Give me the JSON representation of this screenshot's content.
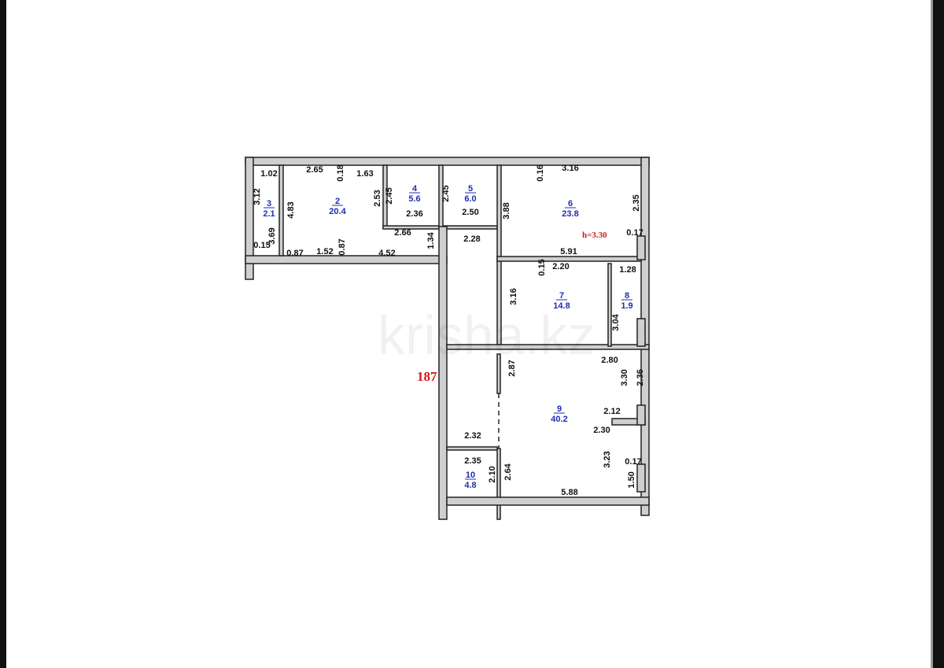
{
  "plan": {
    "total_marker": "187",
    "height_note": "h=3.30",
    "watermark": "krisha.kz",
    "colors": {
      "room_number": "#1f2fb0",
      "accent": "#d21a1a",
      "wall": "#cfcfcf"
    },
    "rooms": [
      {
        "number": "3",
        "area": "2.1"
      },
      {
        "number": "2",
        "area": "20.4"
      },
      {
        "number": "4",
        "area": "5.6"
      },
      {
        "number": "5",
        "area": "6.0"
      },
      {
        "number": "6",
        "area": "23.8"
      },
      {
        "number": "7",
        "area": "14.8"
      },
      {
        "number": "8",
        "area": "1.9"
      },
      {
        "number": "9",
        "area": "40.2"
      },
      {
        "number": "10",
        "area": "4.8"
      }
    ],
    "dimensions": [
      "1.02",
      "3.12",
      "3.69",
      "0.15",
      "4.83",
      "2.65",
      "0.18",
      "1.63",
      "2.53",
      "0.87",
      "1.52",
      "0.87",
      "4.52",
      "2.45",
      "2.36",
      "2.66",
      "2.45",
      "2.50",
      "2.28",
      "1.34",
      "0.16",
      "3.16",
      "3.88",
      "2.35",
      "0.17",
      "5.91",
      "0.15",
      "2.20",
      "3.16",
      "1.28",
      "3.04",
      "2.87",
      "2.80",
      "3.30",
      "2.36",
      "2.12",
      "2.30",
      "3.23",
      "0.17",
      "1.50",
      "5.88",
      "2.32",
      "2.35",
      "2.10",
      "2.64"
    ]
  }
}
